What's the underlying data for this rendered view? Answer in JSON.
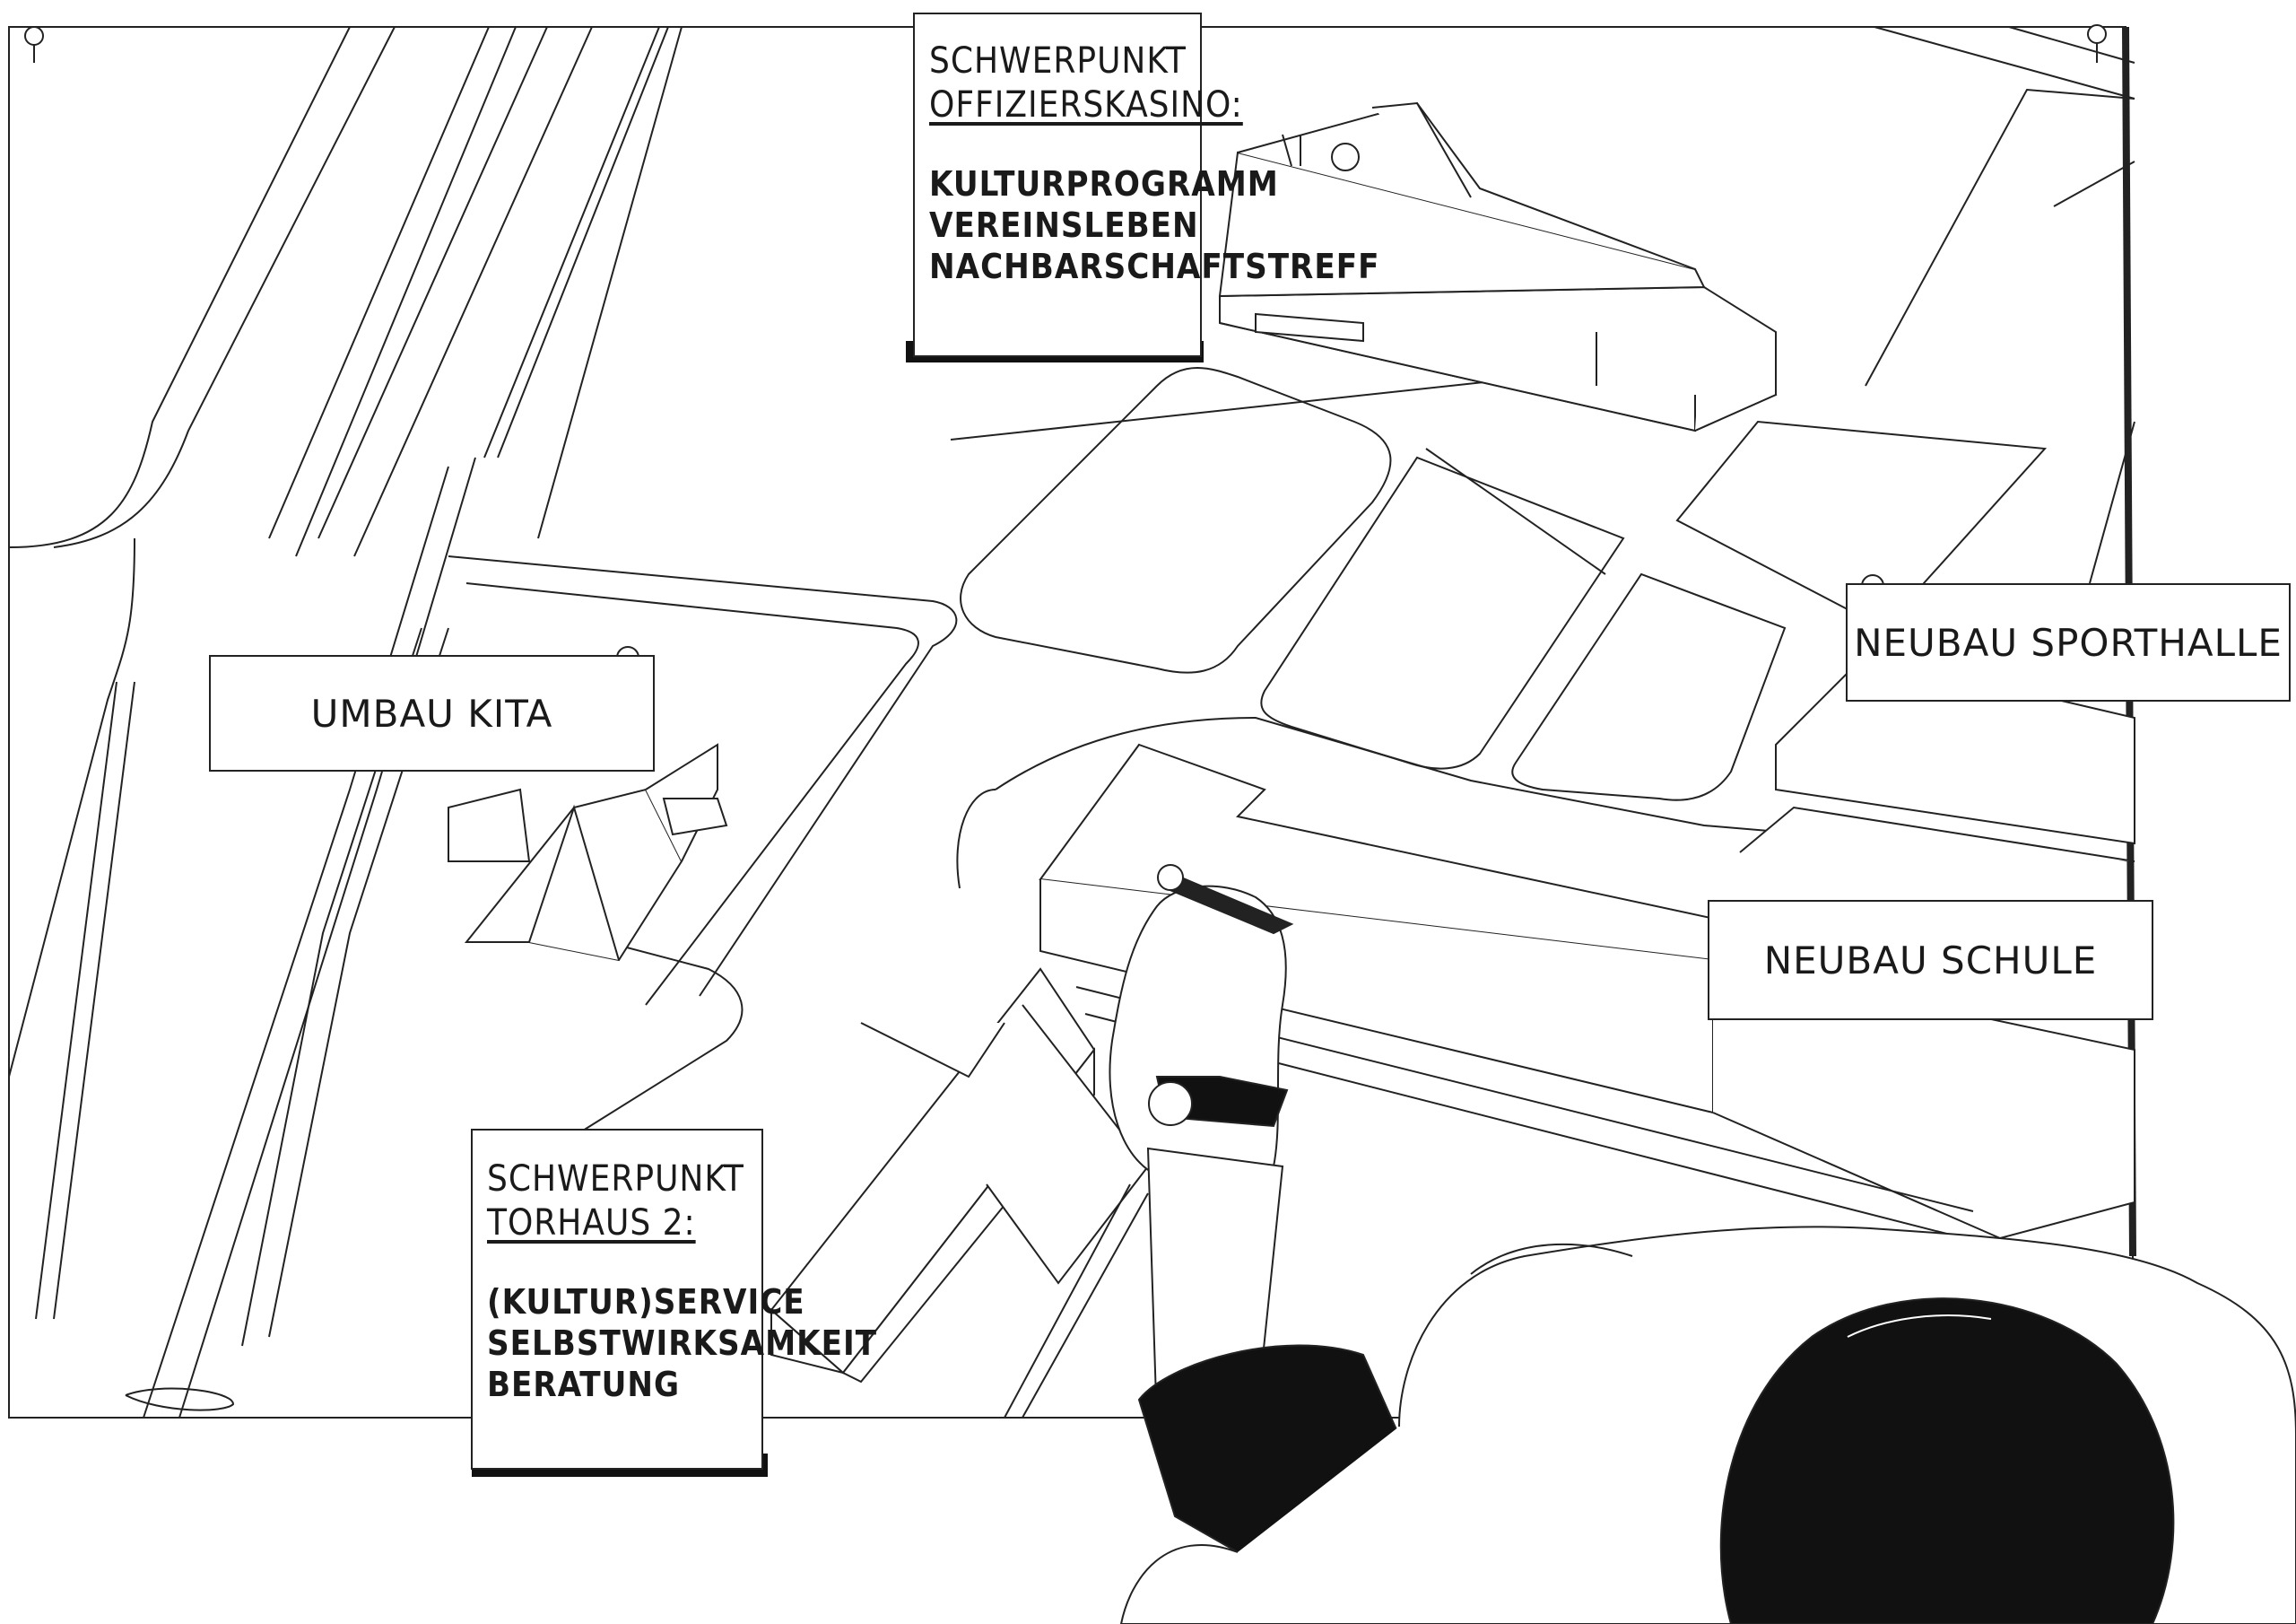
{
  "notes": {
    "kasino": {
      "heading1": "Schwerpunkt",
      "heading2": "Offizierskasino:",
      "items": [
        "Kulturprogramm",
        "Vereinsleben",
        "Nachbarschaftstreff"
      ]
    },
    "torhaus": {
      "heading1": "Schwerpunkt",
      "heading2": "Torhaus 2:",
      "items": [
        "(Kultur)Service",
        "Selbstwirksamkeit",
        "Beratung"
      ]
    }
  },
  "labels": {
    "kita": "Umbau Kita",
    "sporthalle": "Neubau Sporthalle",
    "schule": "Neubau Schule"
  }
}
